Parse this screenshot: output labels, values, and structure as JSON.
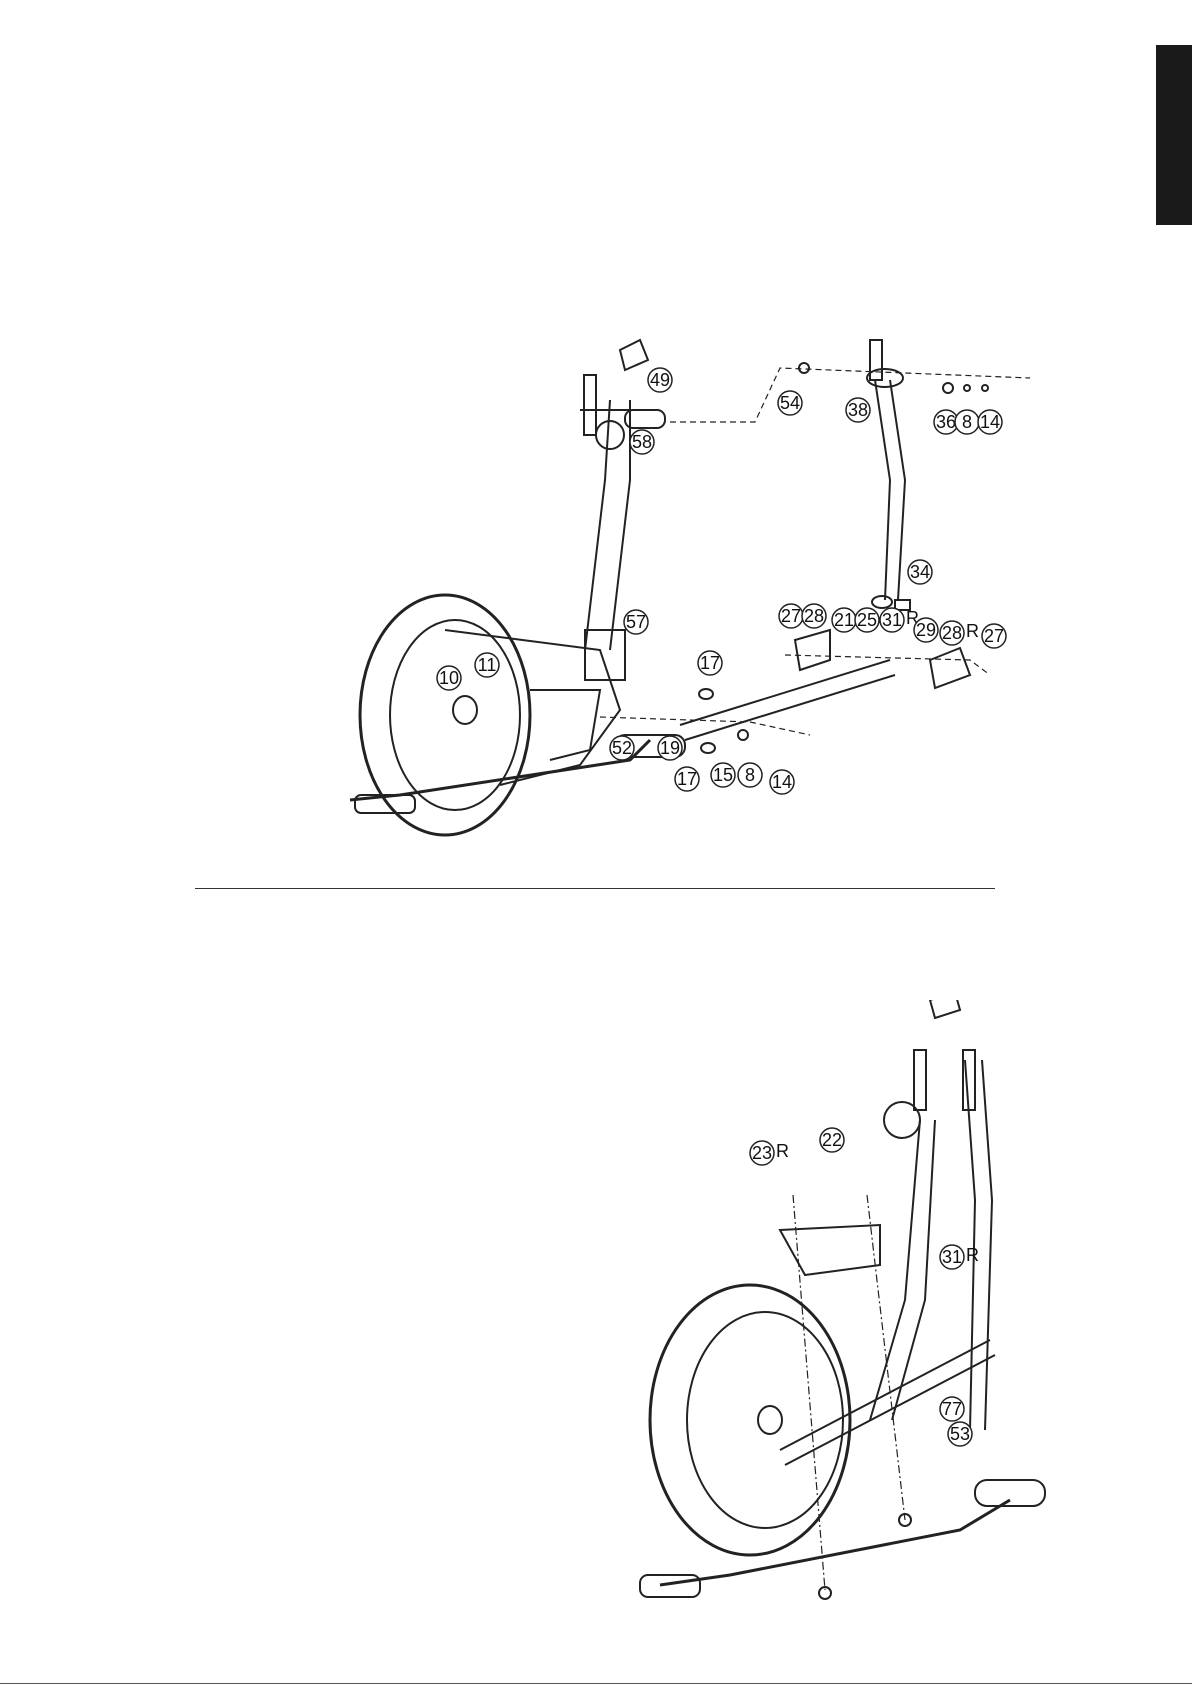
{
  "figure1": {
    "callouts": [
      {
        "label": "49"
      },
      {
        "label": "58"
      },
      {
        "label": "54"
      },
      {
        "label": "38"
      },
      {
        "label": "36"
      },
      {
        "label": "8"
      },
      {
        "label": "14"
      },
      {
        "label": "34"
      },
      {
        "label": "27"
      },
      {
        "label": "28"
      },
      {
        "label": "21"
      },
      {
        "label": "25"
      },
      {
        "label": "31",
        "suffix": "R"
      },
      {
        "label": "29"
      },
      {
        "label": "28",
        "suffix": "R"
      },
      {
        "label": "27"
      },
      {
        "label": "57"
      },
      {
        "label": "11"
      },
      {
        "label": "10"
      },
      {
        "label": "17"
      },
      {
        "label": "52"
      },
      {
        "label": "19"
      },
      {
        "label": "17"
      },
      {
        "label": "15"
      },
      {
        "label": "8"
      },
      {
        "label": "14"
      }
    ]
  },
  "figure2": {
    "callouts": [
      {
        "label": "22"
      },
      {
        "label": "23",
        "suffix": "R"
      },
      {
        "label": "31",
        "suffix": "R"
      },
      {
        "label": "77"
      },
      {
        "label": "53"
      }
    ]
  }
}
